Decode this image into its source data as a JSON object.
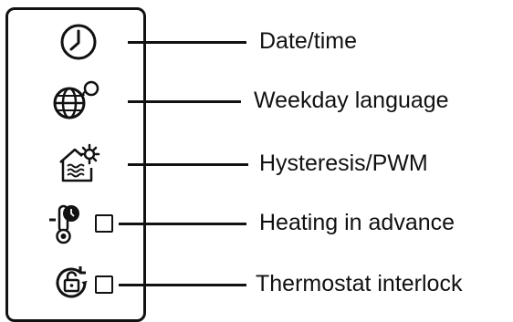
{
  "rows": [
    {
      "icon": "clock-icon",
      "label": "Date/time",
      "checkbox": false
    },
    {
      "icon": "globe-language-icon",
      "label": "Weekday language",
      "checkbox": false
    },
    {
      "icon": "house-heating-gear-icon",
      "label": "Hysteresis/PWM",
      "checkbox": false
    },
    {
      "icon": "thermometer-clock-icon",
      "label": "Heating in advance",
      "checkbox": true
    },
    {
      "icon": "lock-rotate-icon",
      "label": "Thermostat interlock",
      "checkbox": true
    }
  ],
  "colors": {
    "stroke": "#111111",
    "background": "#ffffff"
  }
}
